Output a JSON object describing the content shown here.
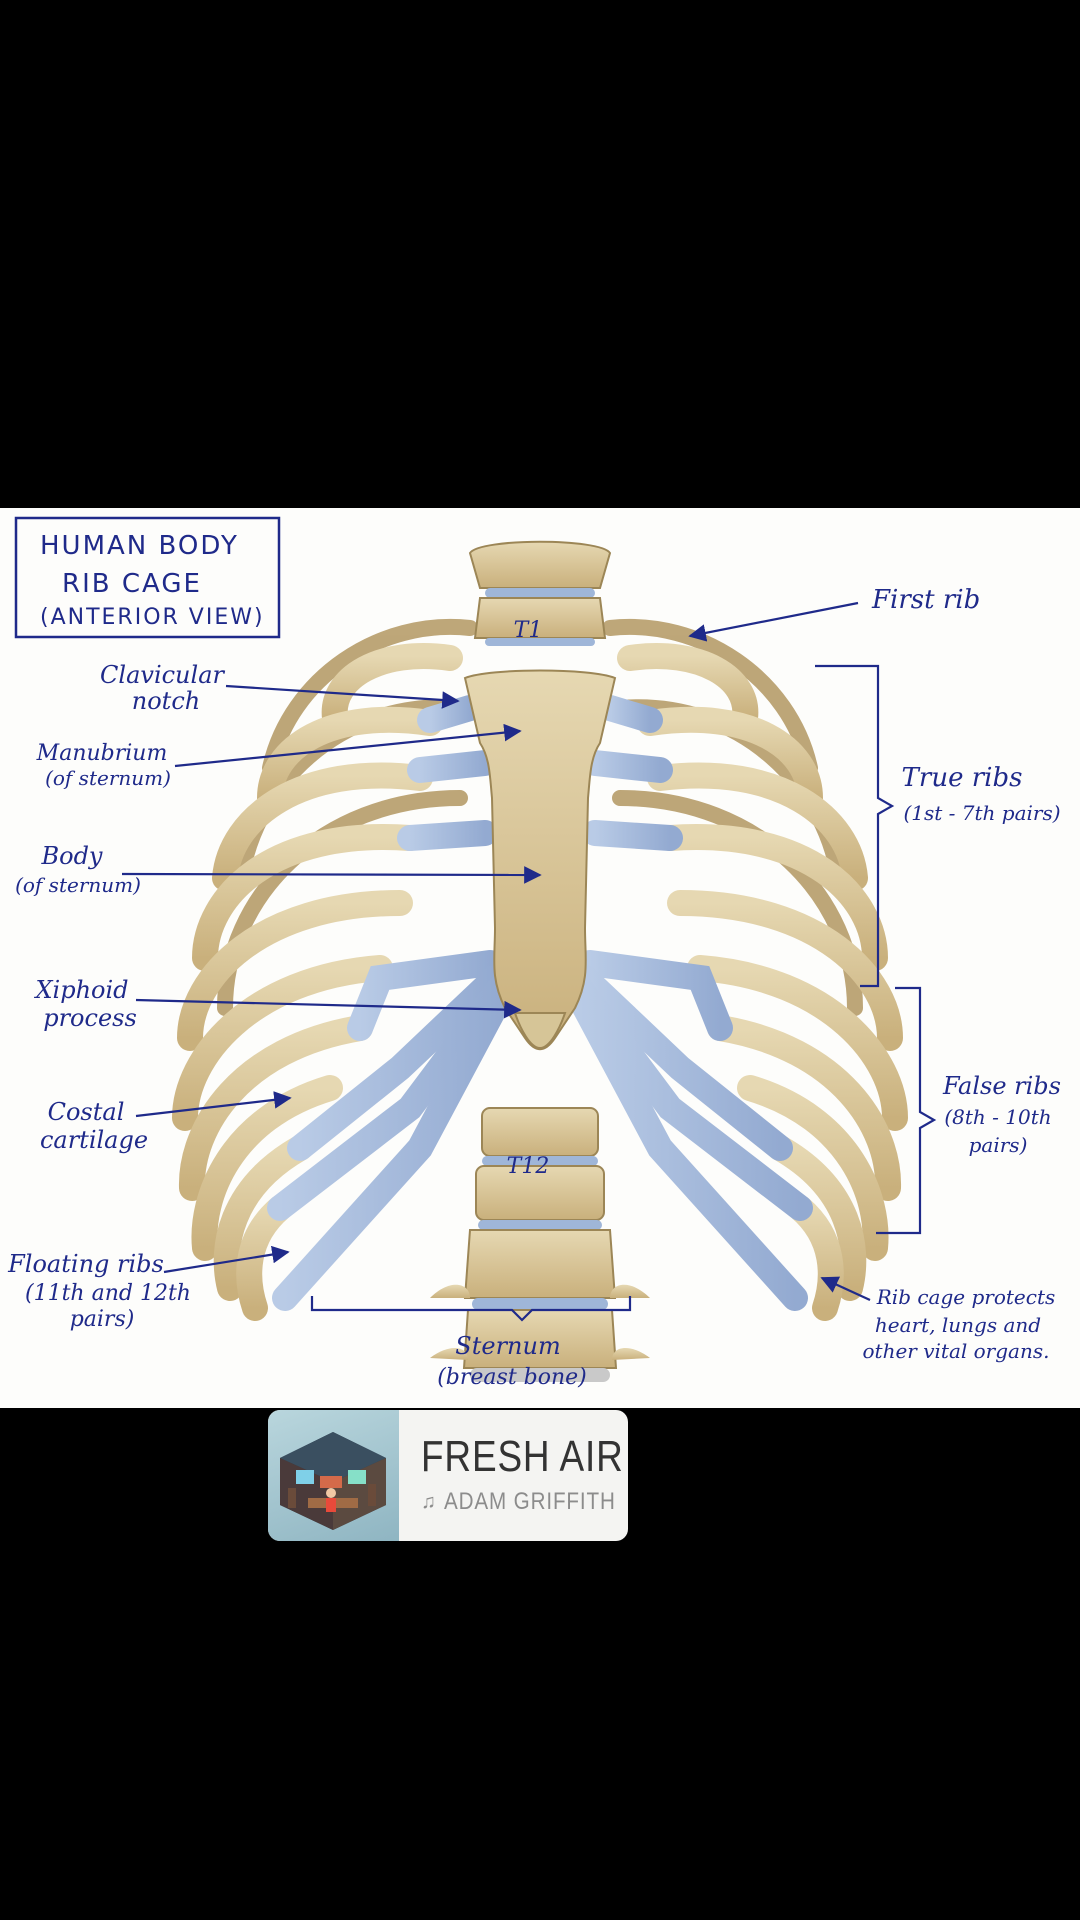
{
  "diagram": {
    "title_lines": [
      "HUMAN BODY",
      "RIB CAGE",
      "(ANTERIOR VIEW)"
    ],
    "vertebra_labels": {
      "top": "T1",
      "bottom": "T12"
    },
    "labels": {
      "first_rib": "First rib",
      "clavicular_notch": [
        "Clavicular",
        "notch"
      ],
      "manubrium": [
        "Manubrium",
        "(of sternum)"
      ],
      "body": [
        "Body",
        "(of sternum)"
      ],
      "xiphoid": [
        "Xiphoid",
        "process"
      ],
      "costal_cartilage": [
        "Costal",
        "cartilage"
      ],
      "floating_ribs": [
        "Floating ribs",
        "(11th and 12th",
        "pairs)"
      ],
      "sternum": [
        "Sternum",
        "(breast bone)"
      ],
      "true_ribs": [
        "True ribs",
        "(1st - 7th pairs)"
      ],
      "false_ribs": [
        "False ribs",
        "(8th - 10th",
        "pairs)"
      ],
      "protects": [
        "Rib cage protects",
        "heart, lungs and",
        "other vital organs."
      ]
    },
    "colors": {
      "ink": "#1f2a8a",
      "bone": "#d9c9a0",
      "cartilage": "#a9bddc",
      "background": "#fdfdfb"
    }
  },
  "music_card": {
    "title": "FRESH AIR",
    "artist": "ADAM GRIFFITH",
    "note_icon": "music-note-icon",
    "album_art": "isometric-studio-room"
  }
}
